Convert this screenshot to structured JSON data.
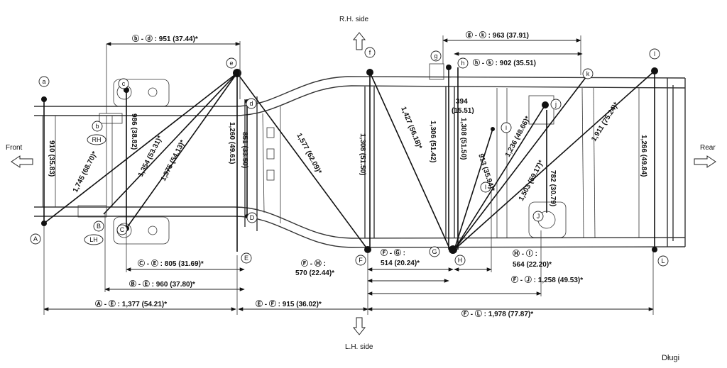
{
  "directions": {
    "rh_side": "R.H. side",
    "lh_side": "L.H. side",
    "front": "Front",
    "rear": "Rear"
  },
  "markers": {
    "upper": [
      "a",
      "b",
      "c",
      "d",
      "e",
      "f",
      "g",
      "h",
      "i",
      "j",
      "k",
      "l"
    ],
    "lower": [
      "A",
      "B",
      "C",
      "D",
      "E",
      "F",
      "G",
      "H",
      "I",
      "J",
      "L"
    ],
    "rh": "RH",
    "lh": "LH"
  },
  "top_dims": {
    "bd": "ⓑ - ⓓ : 951 (37.44)*",
    "gk": "ⓖ - ⓚ : 963 (37.91)",
    "hk": "ⓗ - ⓚ : 902 (35.51)"
  },
  "bottom_dims": {
    "CE": "Ⓒ - Ⓔ : 805 (31.69)*",
    "BE": "Ⓑ - Ⓔ : 960 (37.80)*",
    "AE": "Ⓐ - Ⓔ : 1,377 (54.21)*",
    "EF": "Ⓔ - Ⓕ : 915 (36.02)*",
    "FH_label": "Ⓕ - Ⓗ :",
    "FH_value": "570 (22.44)*",
    "FG": "Ⓕ - Ⓖ :",
    "FG_value": "514 (20.24)*",
    "HI_label": "Ⓗ - Ⓘ :",
    "HI_value": "564 (22.20)*",
    "FJ": "Ⓕ - Ⓙ : 1,258 (49.53)*",
    "FL": "Ⓕ - Ⓛ : 1,978 (77.87)*"
  },
  "vertical_dims": {
    "aA": "910 (35.83)",
    "cC": "986 (38.82)",
    "eE": "1,260 (49.61)",
    "dD": "851 (33.50)",
    "fF": "1,308 (51.50)",
    "hG": "1,306 (51.42)",
    "hH": "1,308 (51.50)",
    "jJ": "782 (30.79)",
    "lL": "1,266 (49.84)",
    "i_top": "394",
    "i_top2": "(15.51)"
  },
  "diagonal_dims": {
    "bE": "1,745 (68.70)*",
    "eC": "1,354 (53.31)*",
    "eB": "1,375 (54.13)*",
    "eF": "1,577 (62.09)*",
    "fH": "1,427 (56.18)*",
    "iH": "913 (35.94)*",
    "jH": "1,236 (48.66)*",
    "kH": "1,503 (59.17)*",
    "lH": "1,911 (75.24)*"
  },
  "footer": {
    "author": "Długi"
  }
}
